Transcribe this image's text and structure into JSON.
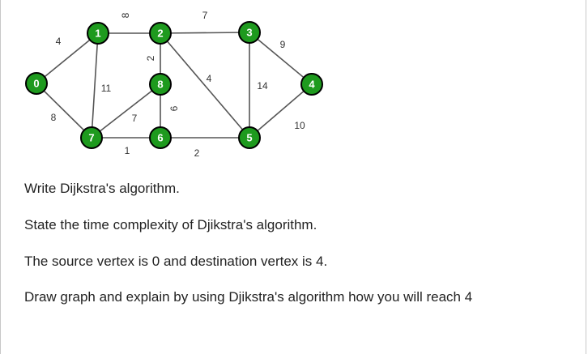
{
  "colors": {
    "node_fill": "#1e9a1e",
    "node_stroke": "#000000",
    "edge": "#555555",
    "text": "#222222"
  },
  "graph": {
    "nodes": [
      {
        "id": "1",
        "label": "1"
      },
      {
        "id": "2",
        "label": "2"
      },
      {
        "id": "3",
        "label": "3"
      },
      {
        "id": "0",
        "label": "0"
      },
      {
        "id": "8",
        "label": "8"
      },
      {
        "id": "4",
        "label": "4"
      },
      {
        "id": "7",
        "label": "7"
      },
      {
        "id": "6",
        "label": "6"
      },
      {
        "id": "5",
        "label": "5"
      }
    ],
    "edges": [
      {
        "from": "0",
        "to": "1",
        "weight": "4"
      },
      {
        "from": "1",
        "to": "2",
        "weight": "8"
      },
      {
        "from": "2",
        "to": "3",
        "weight": "7"
      },
      {
        "from": "3",
        "to": "4",
        "weight": "9"
      },
      {
        "from": "0",
        "to": "7",
        "weight": "8"
      },
      {
        "from": "1",
        "to": "7",
        "weight": "11"
      },
      {
        "from": "2",
        "to": "8",
        "weight": "2"
      },
      {
        "from": "2",
        "to": "5",
        "weight": "4"
      },
      {
        "from": "3",
        "to": "5",
        "weight": "14"
      },
      {
        "from": "4",
        "to": "5",
        "weight": "10"
      },
      {
        "from": "8",
        "to": "7",
        "weight": "7"
      },
      {
        "from": "8",
        "to": "6",
        "weight": "6"
      },
      {
        "from": "7",
        "to": "6",
        "weight": "1"
      },
      {
        "from": "6",
        "to": "5",
        "weight": "2"
      }
    ]
  },
  "questions": [
    "Write  Dijkstra's algorithm.",
    "State the time complexity of Djikstra's algorithm.",
    "The source vertex is 0 and destination vertex is 4.",
    "Draw graph and explain by using Djikstra's algorithm how you will reach 4"
  ]
}
